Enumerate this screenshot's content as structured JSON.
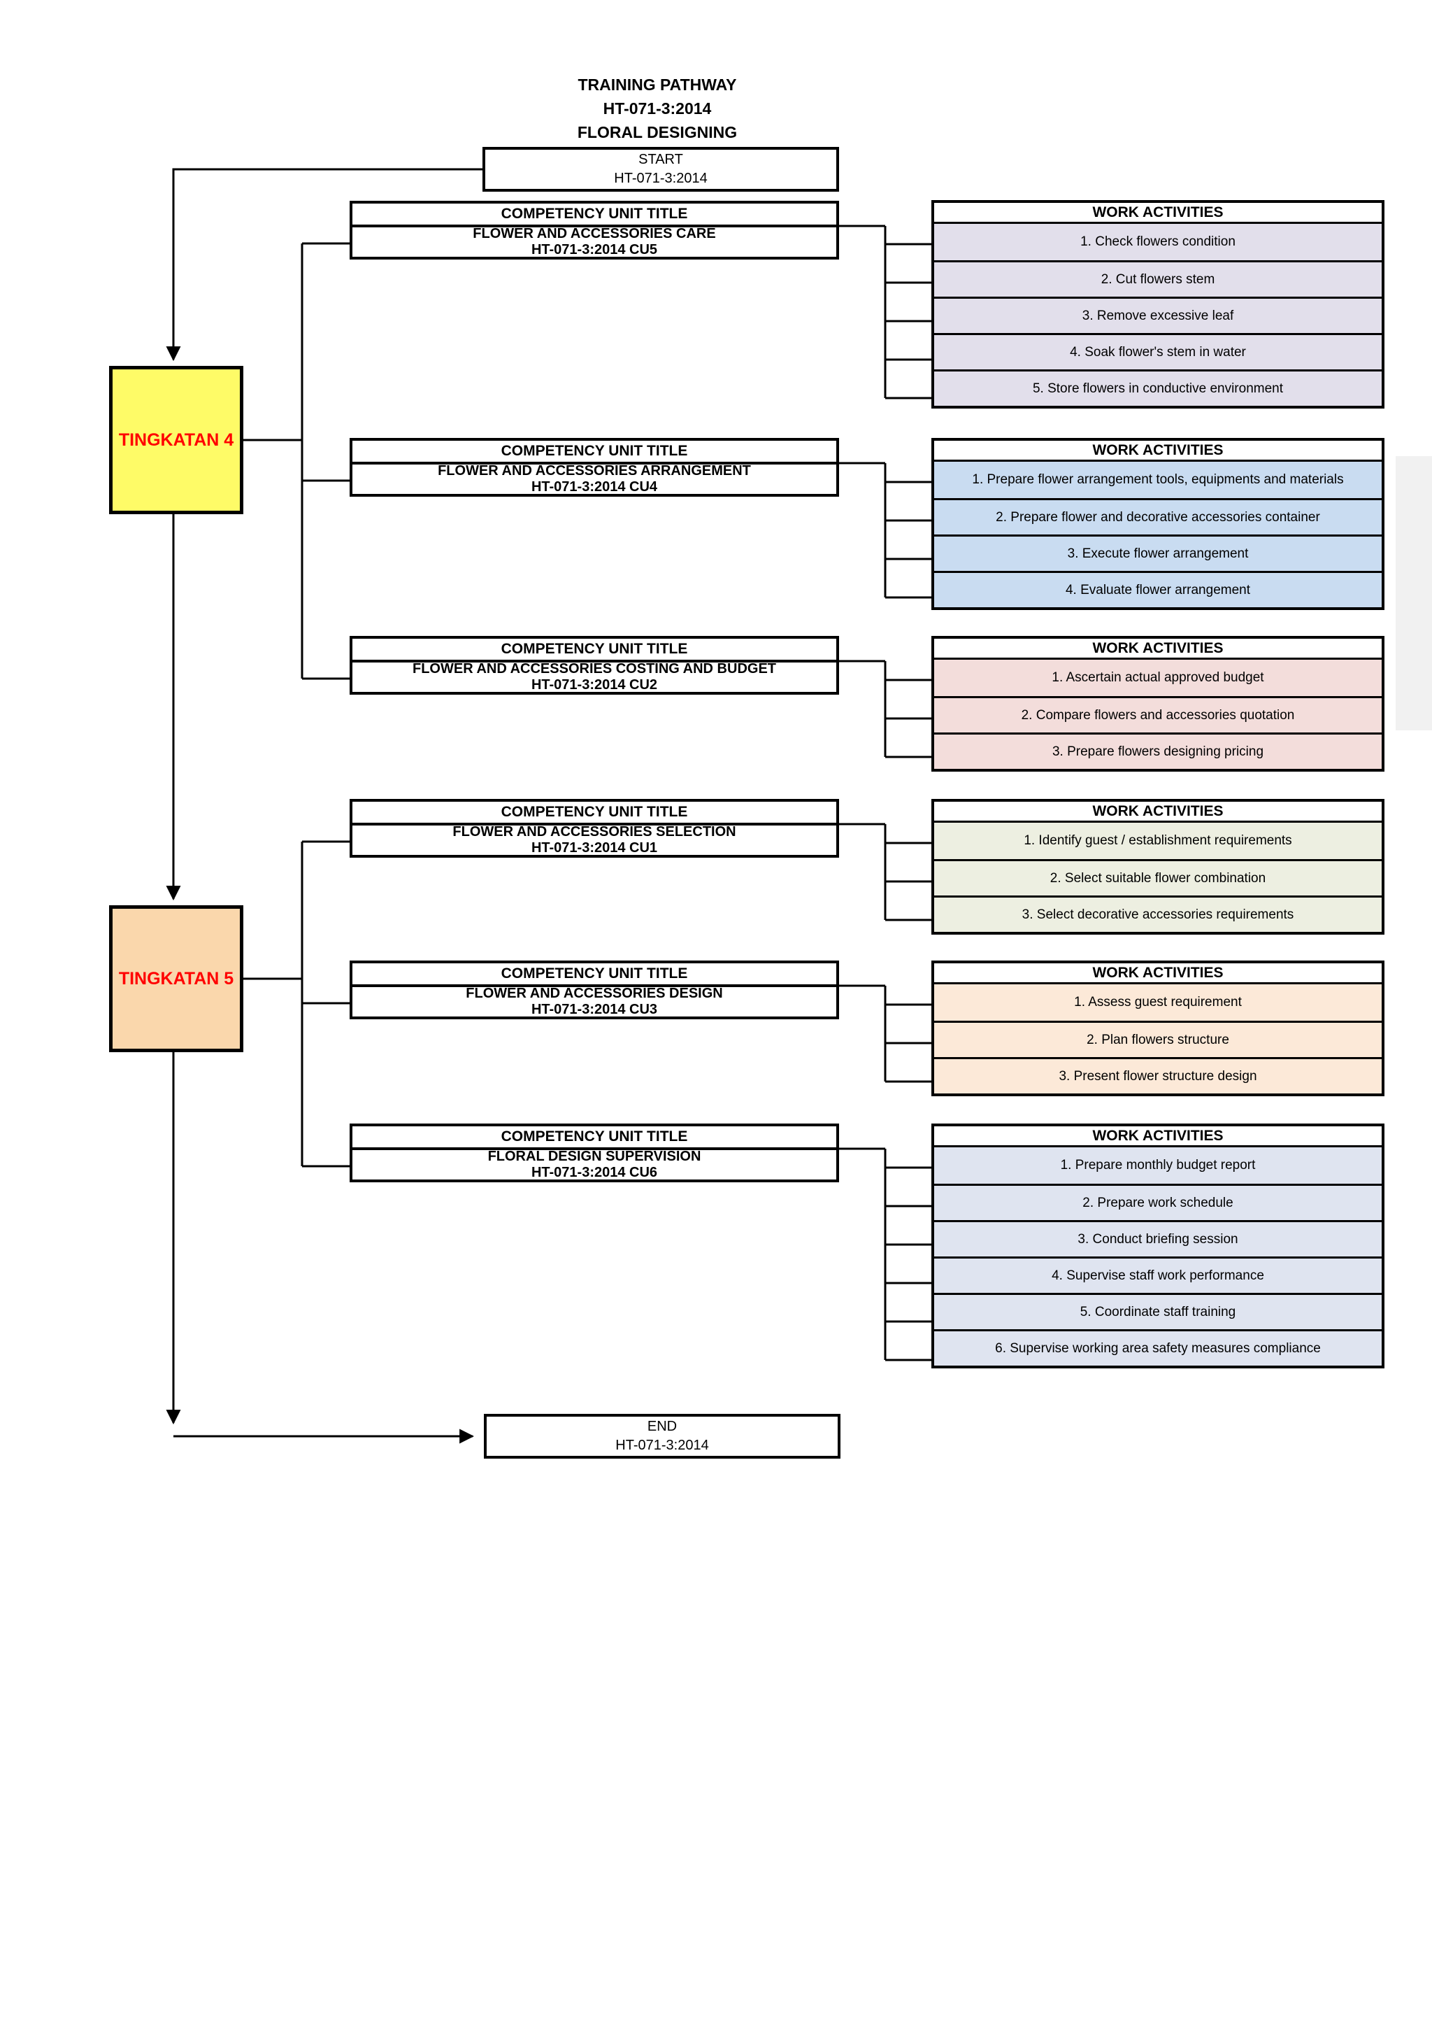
{
  "title": {
    "lines": [
      "TRAINING PATHWAY",
      "HT-071-3:2014",
      "FLORAL DESIGNING"
    ]
  },
  "start": {
    "label": "START",
    "code": "HT-071-3:2014"
  },
  "end": {
    "label": "END",
    "code": "HT-071-3:2014"
  },
  "levels": [
    {
      "label": "TINGKATAN 4",
      "fill": "#FEFB67",
      "text_color": "#FF0000"
    },
    {
      "label": "TINGKATAN 5",
      "fill": "#FAD7AC",
      "text_color": "#FF0000"
    }
  ],
  "competency_header": "COMPETENCY UNIT TITLE",
  "activities_header": "WORK ACTIVITIES",
  "units": [
    {
      "level": "TINGKATAN 4",
      "title": "FLOWER AND ACCESSORIES CARE",
      "code": "HT-071-3:2014 CU5",
      "activity_fill": "#E2DFEB",
      "activities": [
        "1. Check flowers condition",
        "2. Cut flowers stem",
        "3. Remove excessive leaf",
        "4. Soak flower's stem in water",
        "5. Store flowers in conductive environment"
      ]
    },
    {
      "level": "TINGKATAN 4",
      "title": "FLOWER AND ACCESSORIES ARRANGEMENT",
      "code": "HT-071-3:2014 CU4",
      "activity_fill": "#C9DCF1",
      "activities": [
        "1. Prepare flower arrangement tools, equipments and materials",
        "2. Prepare flower and decorative accessories container",
        "3. Execute flower arrangement",
        "4. Evaluate flower arrangement"
      ]
    },
    {
      "level": "TINGKATAN 4",
      "title": "FLOWER AND ACCESSORIES COSTING AND BUDGET",
      "code": "HT-071-3:2014 CU2",
      "activity_fill": "#F3DDDB",
      "activities": [
        "1. Ascertain actual approved budget",
        "2. Compare flowers and accessories quotation",
        "3. Prepare flowers designing pricing"
      ]
    },
    {
      "level": "TINGKATAN 5",
      "title": "FLOWER AND ACCESSORIES SELECTION",
      "code": "HT-071-3:2014 CU1",
      "activity_fill": "#EDEFE1",
      "activities": [
        "1. Identify guest / establishment requirements",
        "2. Select suitable flower combination",
        "3. Select decorative accessories requirements"
      ]
    },
    {
      "level": "TINGKATAN 5",
      "title": "FLOWER AND ACCESSORIES DESIGN",
      "code": "HT-071-3:2014 CU3",
      "activity_fill": "#FCE9D8",
      "activities": [
        "1. Assess guest requirement",
        "2. Plan flowers structure",
        "3. Present flower structure design"
      ]
    },
    {
      "level": "TINGKATAN 5",
      "title": "FLORAL DESIGN SUPERVISION",
      "code": "HT-071-3:2014 CU6",
      "activity_fill": "#DFE4F0",
      "activities": [
        "1. Prepare monthly budget report",
        "2. Prepare work schedule",
        "3.  Conduct briefing session",
        "4. Supervise staff work performance",
        "5. Coordinate staff training",
        "6. Supervise working area safety measures compliance"
      ]
    }
  ],
  "colors": {
    "border": "#000000",
    "background": "#FFFFFF",
    "level_text": "#FF0000"
  }
}
